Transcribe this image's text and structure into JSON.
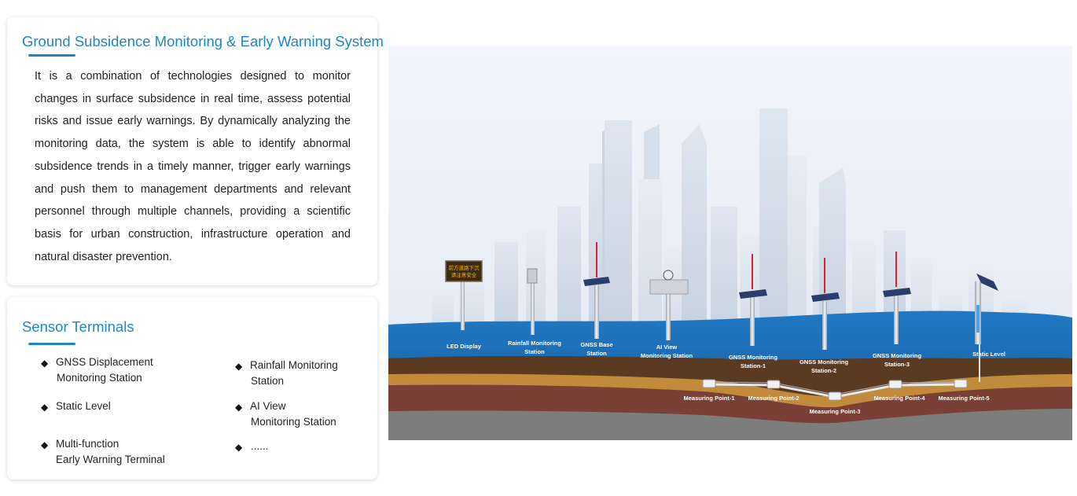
{
  "intro": {
    "title": "Ground Subsidence Monitoring & Early Warning System",
    "description": "It is a combination of technologies designed to monitor changes in surface subsidence in real time, assess potential risks and issue early warnings. By dynamically analyzing the monitoring data, the system is able to identify abnormal subsidence trends in a timely manner, trigger early warnings and push them to management departments and relevant personnel through multiple channels, providing a scientific basis for urban construction, infrastructure operation and natural disaster prevention."
  },
  "sensors": {
    "title": "Sensor Terminals",
    "items": [
      {
        "line1": "GNSS Displacement",
        "line2": "Monitoring Station"
      },
      {
        "line1": "Rainfall Monitoring",
        "line2": "Station"
      },
      {
        "line1": "Static Level",
        "line2": ""
      },
      {
        "line1": "AI View",
        "line2": "Monitoring Station"
      },
      {
        "line1": "Multi-function",
        "line2": "Early Warning Terminal"
      },
      {
        "line1": "......",
        "line2": ""
      }
    ]
  },
  "diagram": {
    "led_text_line1": "前方道路下沉",
    "led_text_line2": "请注意安全",
    "stations": [
      {
        "line1": "LED Display",
        "line2": ""
      },
      {
        "line1": "Rainfall Monitoring",
        "line2": "Station"
      },
      {
        "line1": "GNSS Base",
        "line2": "Station"
      },
      {
        "line1": "AI View",
        "line2": "Monitoring Station"
      },
      {
        "line1": "GNSS Monitoring",
        "line2": "Station-1"
      },
      {
        "line1": "GNSS Monitoring",
        "line2": "Station-2"
      },
      {
        "line1": "GNSS Monitoring",
        "line2": "Station-3"
      },
      {
        "line1": "Static Level",
        "line2": ""
      }
    ],
    "measuring_points": [
      "Measuring Point-1",
      "Measuring Point-2",
      "Measuring Point-3",
      "Measuring Point-4",
      "Measuring Point-5"
    ]
  },
  "colors": {
    "accent": "#1f86c3",
    "sky": "#eef2f8",
    "water": "#1c6ab4",
    "soil_dark": "#5b3a22",
    "soil_sand": "#c28a3b",
    "soil_red": "#7a3f35",
    "bedrock": "#7d7d7d"
  }
}
